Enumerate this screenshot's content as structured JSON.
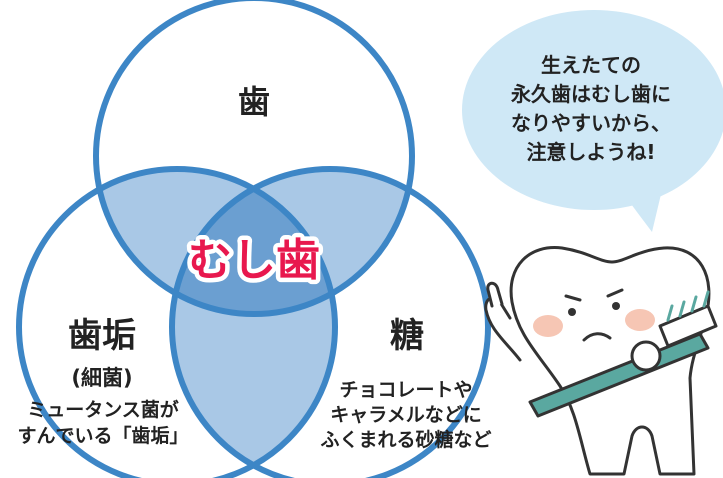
{
  "venn": {
    "top_label": "歯",
    "left_label": "歯垢",
    "left_sublabel": "(細菌)",
    "right_label": "糖",
    "center_label": "むし歯",
    "left_desc": [
      "ミュータンス菌が",
      "すんでいる「歯垢」"
    ],
    "right_desc": [
      "チョコレートや",
      "キャラメルなどに",
      "ふくまれる砂糖など"
    ]
  },
  "speech": {
    "lines": [
      "生えたての",
      "永久歯はむし歯に",
      "なりやすいから、",
      "注意しようね!"
    ]
  },
  "colors": {
    "circle_stroke": "#3d86c6",
    "overlap_fill": "#a9c8e6",
    "center_fill": "#6b9fd1",
    "bubble_fill": "#cfe8f6",
    "center_text": "#e8184e",
    "brush": "#5aa8a0"
  },
  "icons": {
    "character": "tooth-character-with-toothbrush-icon"
  }
}
